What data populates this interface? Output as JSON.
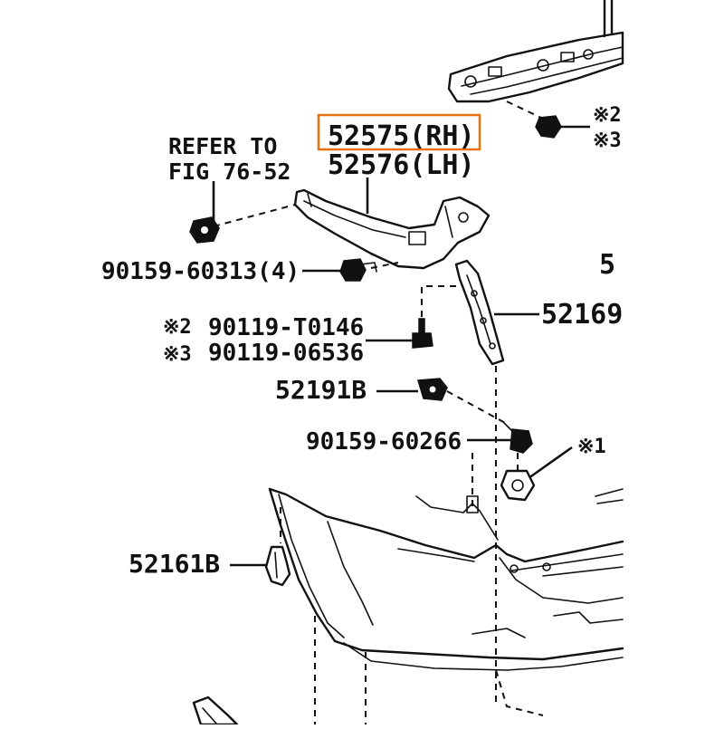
{
  "refer": {
    "line1": "REFER TO",
    "line2": "FIG 76-52"
  },
  "callouts": {
    "p52575": "52575(RH)",
    "p52576": "52576(LH)",
    "p90159_60313": "90159-60313(4)",
    "p90119_T0146": "90119-T0146",
    "p90119_06536": "90119-06536",
    "p52169": "52169",
    "p52191B": "52191B",
    "p90159_60266": "90159-60266",
    "p52161B": "52161B"
  },
  "marks": {
    "m2": "※2",
    "m3": "※3",
    "top2": "※2",
    "top3": "※3",
    "m1": "※1",
    "cut_right": "5"
  },
  "colors": {
    "highlight": "#e8700f",
    "ink": "#111111"
  }
}
